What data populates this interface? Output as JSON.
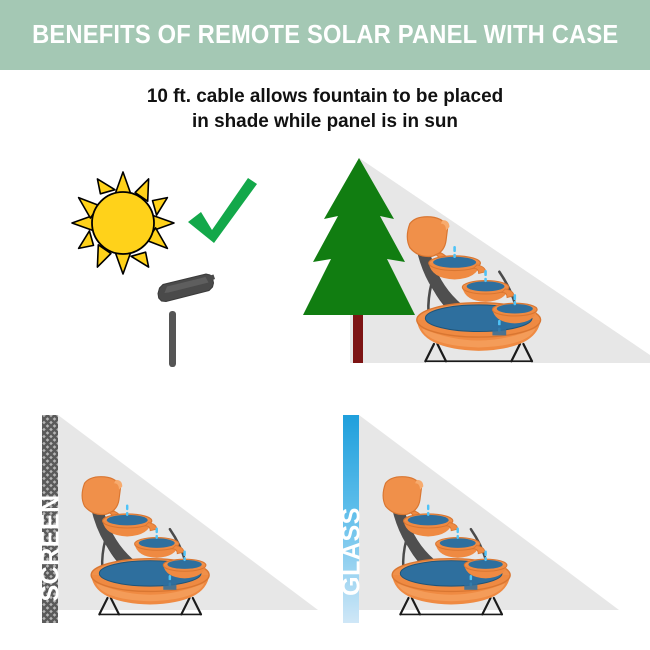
{
  "banner": {
    "title": "BENEFITS OF REMOTE SOLAR PANEL WITH CASE",
    "background_color": "#a4c8b4",
    "text_color": "#ffffff"
  },
  "subtitle": {
    "line1": "10 ft. cable allows fountain to be placed",
    "line2": "in shade while panel is in sun",
    "text_color": "#111111"
  },
  "scenes": {
    "sun_panel": {
      "sun_icon": "sun-icon",
      "check_icon": "green-check-icon",
      "panel_icon": "solar-panel-icon",
      "sun_color": "#ffd21a",
      "check_color": "#13a84a",
      "panel_color": "#4a4a4a"
    },
    "tree": {
      "tree_icon": "pine-tree-icon",
      "fountain_icon": "cascading-fountain-icon",
      "shadow_icon": "shade-triangle",
      "foliage_color": "#117d11",
      "trunk_color": "#7d1414",
      "shadow_color": "#e7e7e7"
    },
    "screen": {
      "label": "SCREEN",
      "strip_icon": "mesh-screen-texture",
      "fountain_icon": "cascading-fountain-icon",
      "strip_color": "#6e6e6e",
      "label_color": "#ffffff"
    },
    "glass": {
      "label": "GLASS",
      "strip_icon": "glass-pane-gradient",
      "fountain_icon": "cascading-fountain-icon",
      "strip_color_top": "#1f9fdc",
      "strip_color_bottom": "#e9f4fb",
      "label_color": "#ffffff"
    }
  },
  "fountain": {
    "bowl_color": "#f0904a",
    "bowl_highlight": "#f7ab6e",
    "water_color": "#2e6f9e",
    "droplet_color": "#4fc3f7",
    "frame_color": "#4a4a4a"
  }
}
